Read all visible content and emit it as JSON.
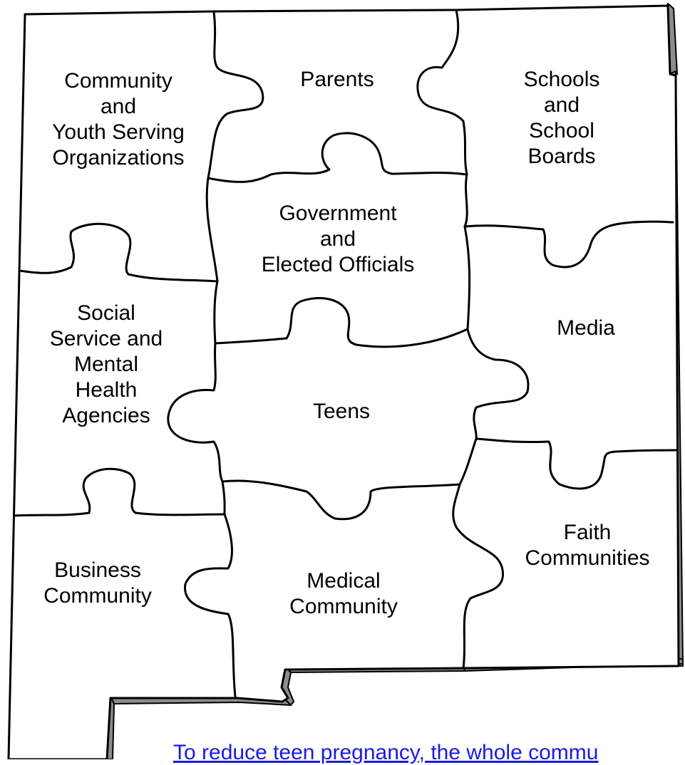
{
  "pieces": [
    {
      "id": "community",
      "lines": [
        "Community",
        "and",
        "Youth Serving",
        "Organizations"
      ]
    },
    {
      "id": "parents",
      "lines": [
        "Parents"
      ]
    },
    {
      "id": "schools",
      "lines": [
        "Schools",
        "and",
        "School",
        "Boards"
      ]
    },
    {
      "id": "government",
      "lines": [
        "Government",
        "and",
        "Elected Officials"
      ]
    },
    {
      "id": "social",
      "lines": [
        "Social",
        "Service and",
        "Mental",
        "Health",
        "Agencies"
      ]
    },
    {
      "id": "media",
      "lines": [
        "Media"
      ]
    },
    {
      "id": "teens",
      "lines": [
        "Teens"
      ]
    },
    {
      "id": "business",
      "lines": [
        "Business",
        "Community"
      ]
    },
    {
      "id": "medical",
      "lines": [
        "Medical",
        "Community"
      ]
    },
    {
      "id": "faith",
      "lines": [
        "Faith",
        "Communities"
      ]
    }
  ],
  "caption": "To reduce teen pregnancy, the whole commu",
  "colors": {
    "outline": "#000000",
    "shadow": "#8c8c8c",
    "fill": "#ffffff",
    "caption": "#1a1ae6"
  }
}
